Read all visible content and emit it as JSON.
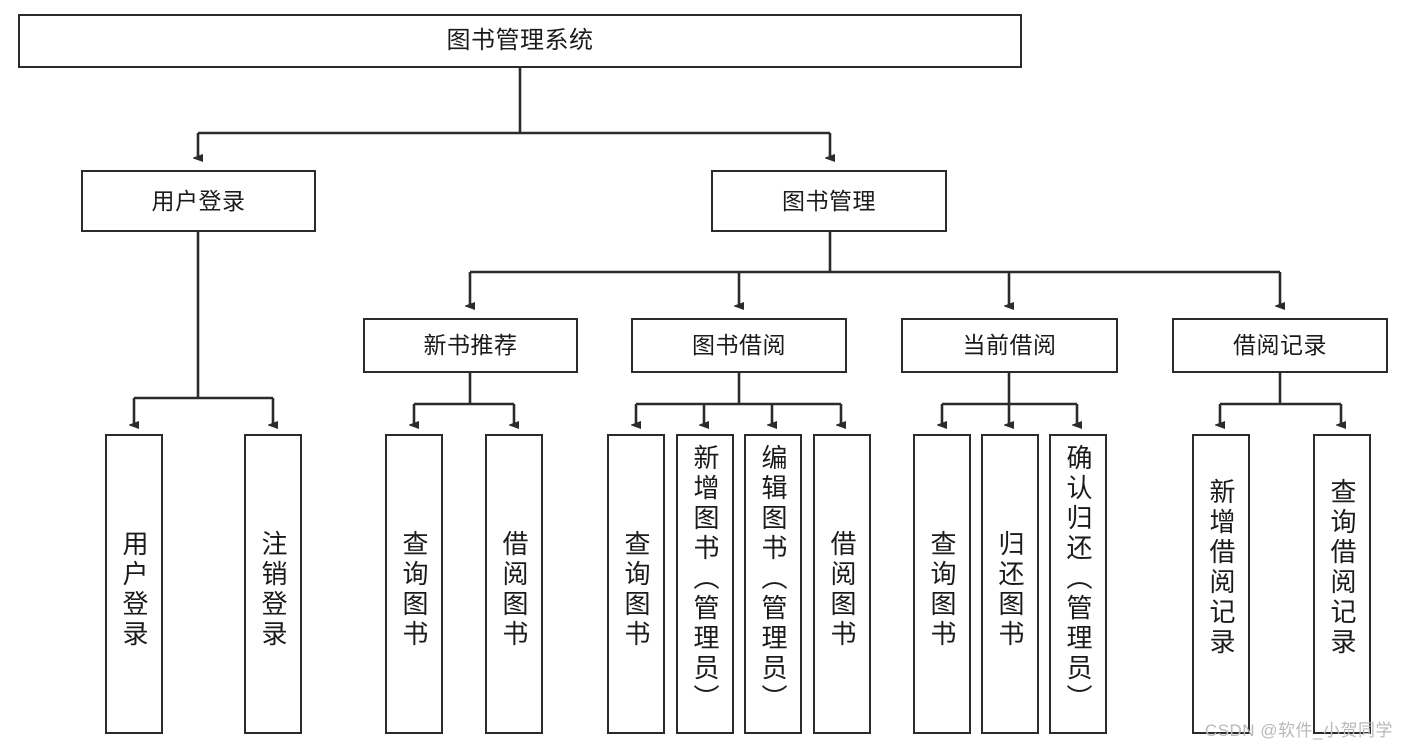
{
  "diagram": {
    "type": "tree-hierarchy",
    "title": "图书管理系统",
    "watermark": "CSDN @软件_小贺同学",
    "colors": {
      "box_border": "#2b2b2b",
      "box_fill": "#ffffff",
      "connector": "#2b2b2b",
      "text": "#1b1b1b",
      "watermark": "#b9b9b9"
    },
    "levels": {
      "root": "图书管理系统",
      "level1": [
        "用户登录",
        "图书管理"
      ],
      "level2": [
        "新书推荐",
        "图书借阅",
        "当前借阅",
        "借阅记录"
      ]
    },
    "nodes": {
      "root": {
        "label": "图书管理系统"
      },
      "l1": [
        {
          "label": "用户登录"
        },
        {
          "label": "图书管理"
        }
      ],
      "l2": [
        {
          "label": "新书推荐"
        },
        {
          "label": "图书借阅"
        },
        {
          "label": "当前借阅"
        },
        {
          "label": "借阅记录"
        }
      ],
      "leaves": {
        "user_login": [
          {
            "label": "用户登录"
          },
          {
            "label": "注销登录"
          }
        ],
        "new_book": [
          {
            "label": "查询图书"
          },
          {
            "label": "借阅图书"
          }
        ],
        "borrow": [
          {
            "label": "查询图书"
          },
          {
            "label": "新增图书（管理员）"
          },
          {
            "label": "编辑图书（管理员）"
          },
          {
            "label": "借阅图书"
          }
        ],
        "current": [
          {
            "label": "查询图书"
          },
          {
            "label": "归还图书"
          },
          {
            "label": "确认归还（管理员）"
          }
        ],
        "records": [
          {
            "label": "新增借阅记录"
          },
          {
            "label": "查询借阅记录"
          }
        ]
      }
    }
  }
}
